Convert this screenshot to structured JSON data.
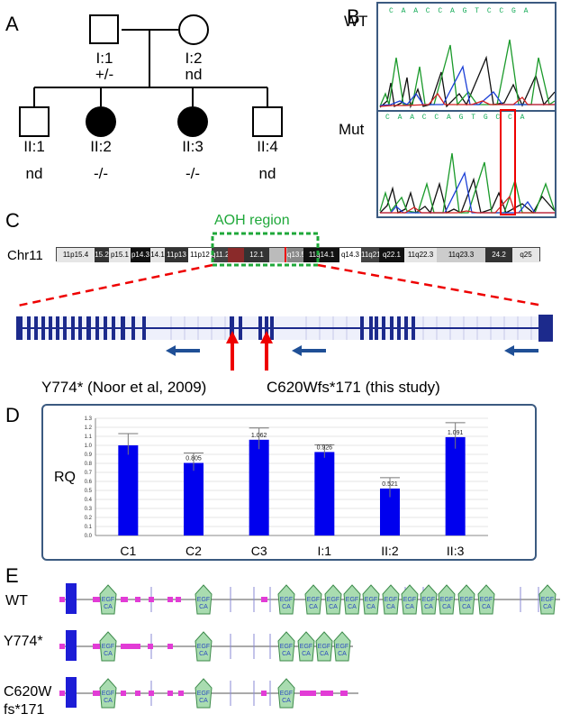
{
  "panels": {
    "a": "A",
    "b": "B",
    "c": "C",
    "d": "D",
    "e": "E"
  },
  "pedigree": {
    "parents": [
      {
        "id": "I:1",
        "genotype": "+/-"
      },
      {
        "id": "I:2",
        "genotype": "nd"
      }
    ],
    "children": [
      {
        "id": "II:1",
        "genotype": "nd"
      },
      {
        "id": "II:2",
        "genotype": "-/-"
      },
      {
        "id": "II:3",
        "genotype": "-/-"
      },
      {
        "id": "II:4",
        "genotype": "nd"
      }
    ]
  },
  "chromatograms": {
    "wt_label": "WT",
    "mut_label": "Mut",
    "wt_sequence": "C A A C C A G T C C G A",
    "mut_sequence": "C A A C C A G T G C C A"
  },
  "chromosome": {
    "name": "Chr11",
    "aoh_label": "AOH region",
    "bands": [
      "11p15.4",
      "15.2",
      "p15.1",
      "p14.3",
      "14.1",
      "11p13",
      "11p12",
      "q11.2",
      "",
      "12.1",
      "",
      "q13.5",
      "11q14.1",
      "q14.3",
      "11q21",
      "q22.1",
      "11q22.3",
      "11q23.3",
      "24.2",
      "q25"
    ]
  },
  "mutations": {
    "m1": "Y774* (Noor et al, 2009)",
    "m2": "C620Wfs*171 (this study)"
  },
  "chart_data": {
    "type": "bar",
    "ylabel": "RQ",
    "categories": [
      "C1",
      "C2",
      "C3",
      "I:1",
      "II:2",
      "II:3"
    ],
    "values": [
      1.0,
      0.805,
      1.062,
      0.926,
      0.521,
      1.091
    ],
    "value_labels": [
      "",
      "0.805",
      "1.062",
      "0.926",
      "0.521",
      "1.091"
    ],
    "errors": [
      0.13,
      0.11,
      0.13,
      0.08,
      0.12,
      0.16
    ],
    "ylim": [
      0,
      1.3
    ],
    "yticks": [
      "0.0",
      "0.1",
      "0.2",
      "0.3",
      "0.4",
      "0.5",
      "0.6",
      "0.7",
      "0.8",
      "0.9",
      "1.0",
      "1.1",
      "1.2",
      "1.3"
    ],
    "color": "#0000ee"
  },
  "domains": {
    "rows": [
      {
        "label": "WT"
      },
      {
        "label": "Y774*"
      },
      {
        "label_line1": "C620W",
        "label_line2": "fs*171"
      }
    ],
    "egf_text_1": "EGF",
    "egf_text_2": "CA"
  }
}
